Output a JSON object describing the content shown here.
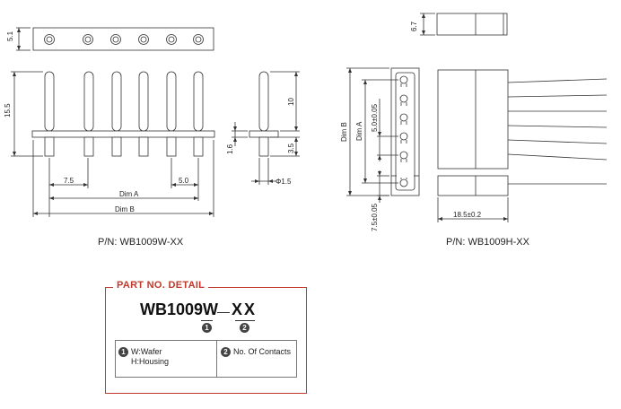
{
  "wafer": {
    "dim_height_top": "5.1",
    "dim_pin_length": "15.5",
    "dim_upper_pin": "10",
    "dim_thickness": "1.6",
    "dim_lower_pin": "3.5",
    "dim_pin_dia": "Φ1.5",
    "dim_first_pitch": "7.5",
    "dim_pitch": "5.0",
    "dim_a": "Dim A",
    "dim_b": "Dim B",
    "part_number": "P/N: WB1009W-XX"
  },
  "housing": {
    "dim_top_height": "6.7",
    "dim_b": "Dim B",
    "dim_a": "Dim A",
    "dim_pitch": "5.0±0.05",
    "dim_offset": "7.5±0.05",
    "dim_length": "18.5±0.2",
    "part_number": "P/N: WB1009H-XX"
  },
  "detail": {
    "title": "PART NO. DETAIL",
    "base": "WB1009W",
    "suffix": "XX",
    "marker_1": "1",
    "marker_2": "2",
    "legend_1_line1": "W:Wafer",
    "legend_1_line2": "H:Housing",
    "legend_2": "No. Of Contacts"
  },
  "colors": {
    "accent": "#c0392b",
    "line": "#333333"
  }
}
